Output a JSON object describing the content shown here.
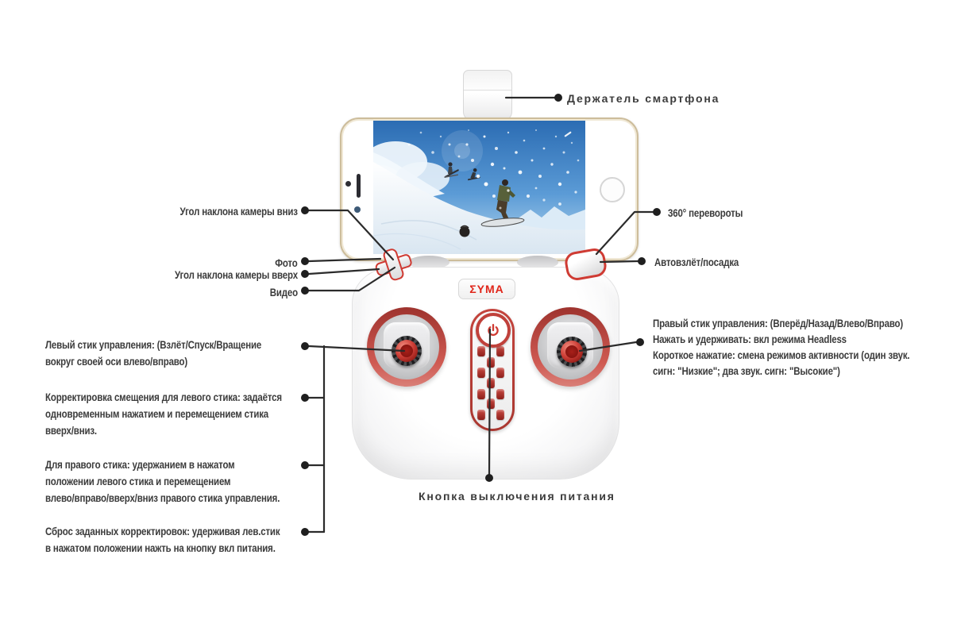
{
  "colors": {
    "accent_red": "#c0413b",
    "logo_red": "#e02519",
    "leader_line": "#2b2b2b",
    "text": "#3b3b3b",
    "phone_gold": "#cdbd9b"
  },
  "brand": {
    "logo_text": "ΣYMA"
  },
  "annotations": {
    "holder": "Держатель смартфона",
    "camera_tilt_down": "Угол наклона камеры вниз",
    "photo": "Фото",
    "camera_tilt_up": "Угол наклона камеры вверх",
    "video": "Видео",
    "flips_360": "360° перевороты",
    "auto_takeoff_landing": "Автовзлёт/посадка",
    "power_off": "Кнопка выключения питания",
    "left_stick": {
      "lines": [
        "Левый стик управления: (Взлёт/Спуск/Вращение",
        "вокруг своей оси влево/вправо)"
      ]
    },
    "left_trim": {
      "lines": [
        "Корректировка смещения для левого стика: задаётся",
        "одновременным нажатием и перемещением стика",
        "вверх/вниз."
      ]
    },
    "right_trim": {
      "lines": [
        "Для правого стика: удержанием в нажатом",
        "положении левого стика и перемещением",
        "влево/вправо/вверх/вниз правого стика управления."
      ]
    },
    "trim_reset": {
      "lines": [
        "Сброс заданных корректировок: удерживая лев.стик",
        "в нажатом положении нажть на кнопку вкл питания."
      ]
    },
    "right_stick": {
      "lines": [
        "Правый стик управления: (Вперёд/Назад/Влево/Вправо)",
        "Нажать и удерживать: вкл режима Headless",
        "Короткое нажатие: смена режимов активности (один звук.",
        "сигн: \"Низкие\"; два звук. сигн: \"Высокие\")"
      ]
    }
  }
}
